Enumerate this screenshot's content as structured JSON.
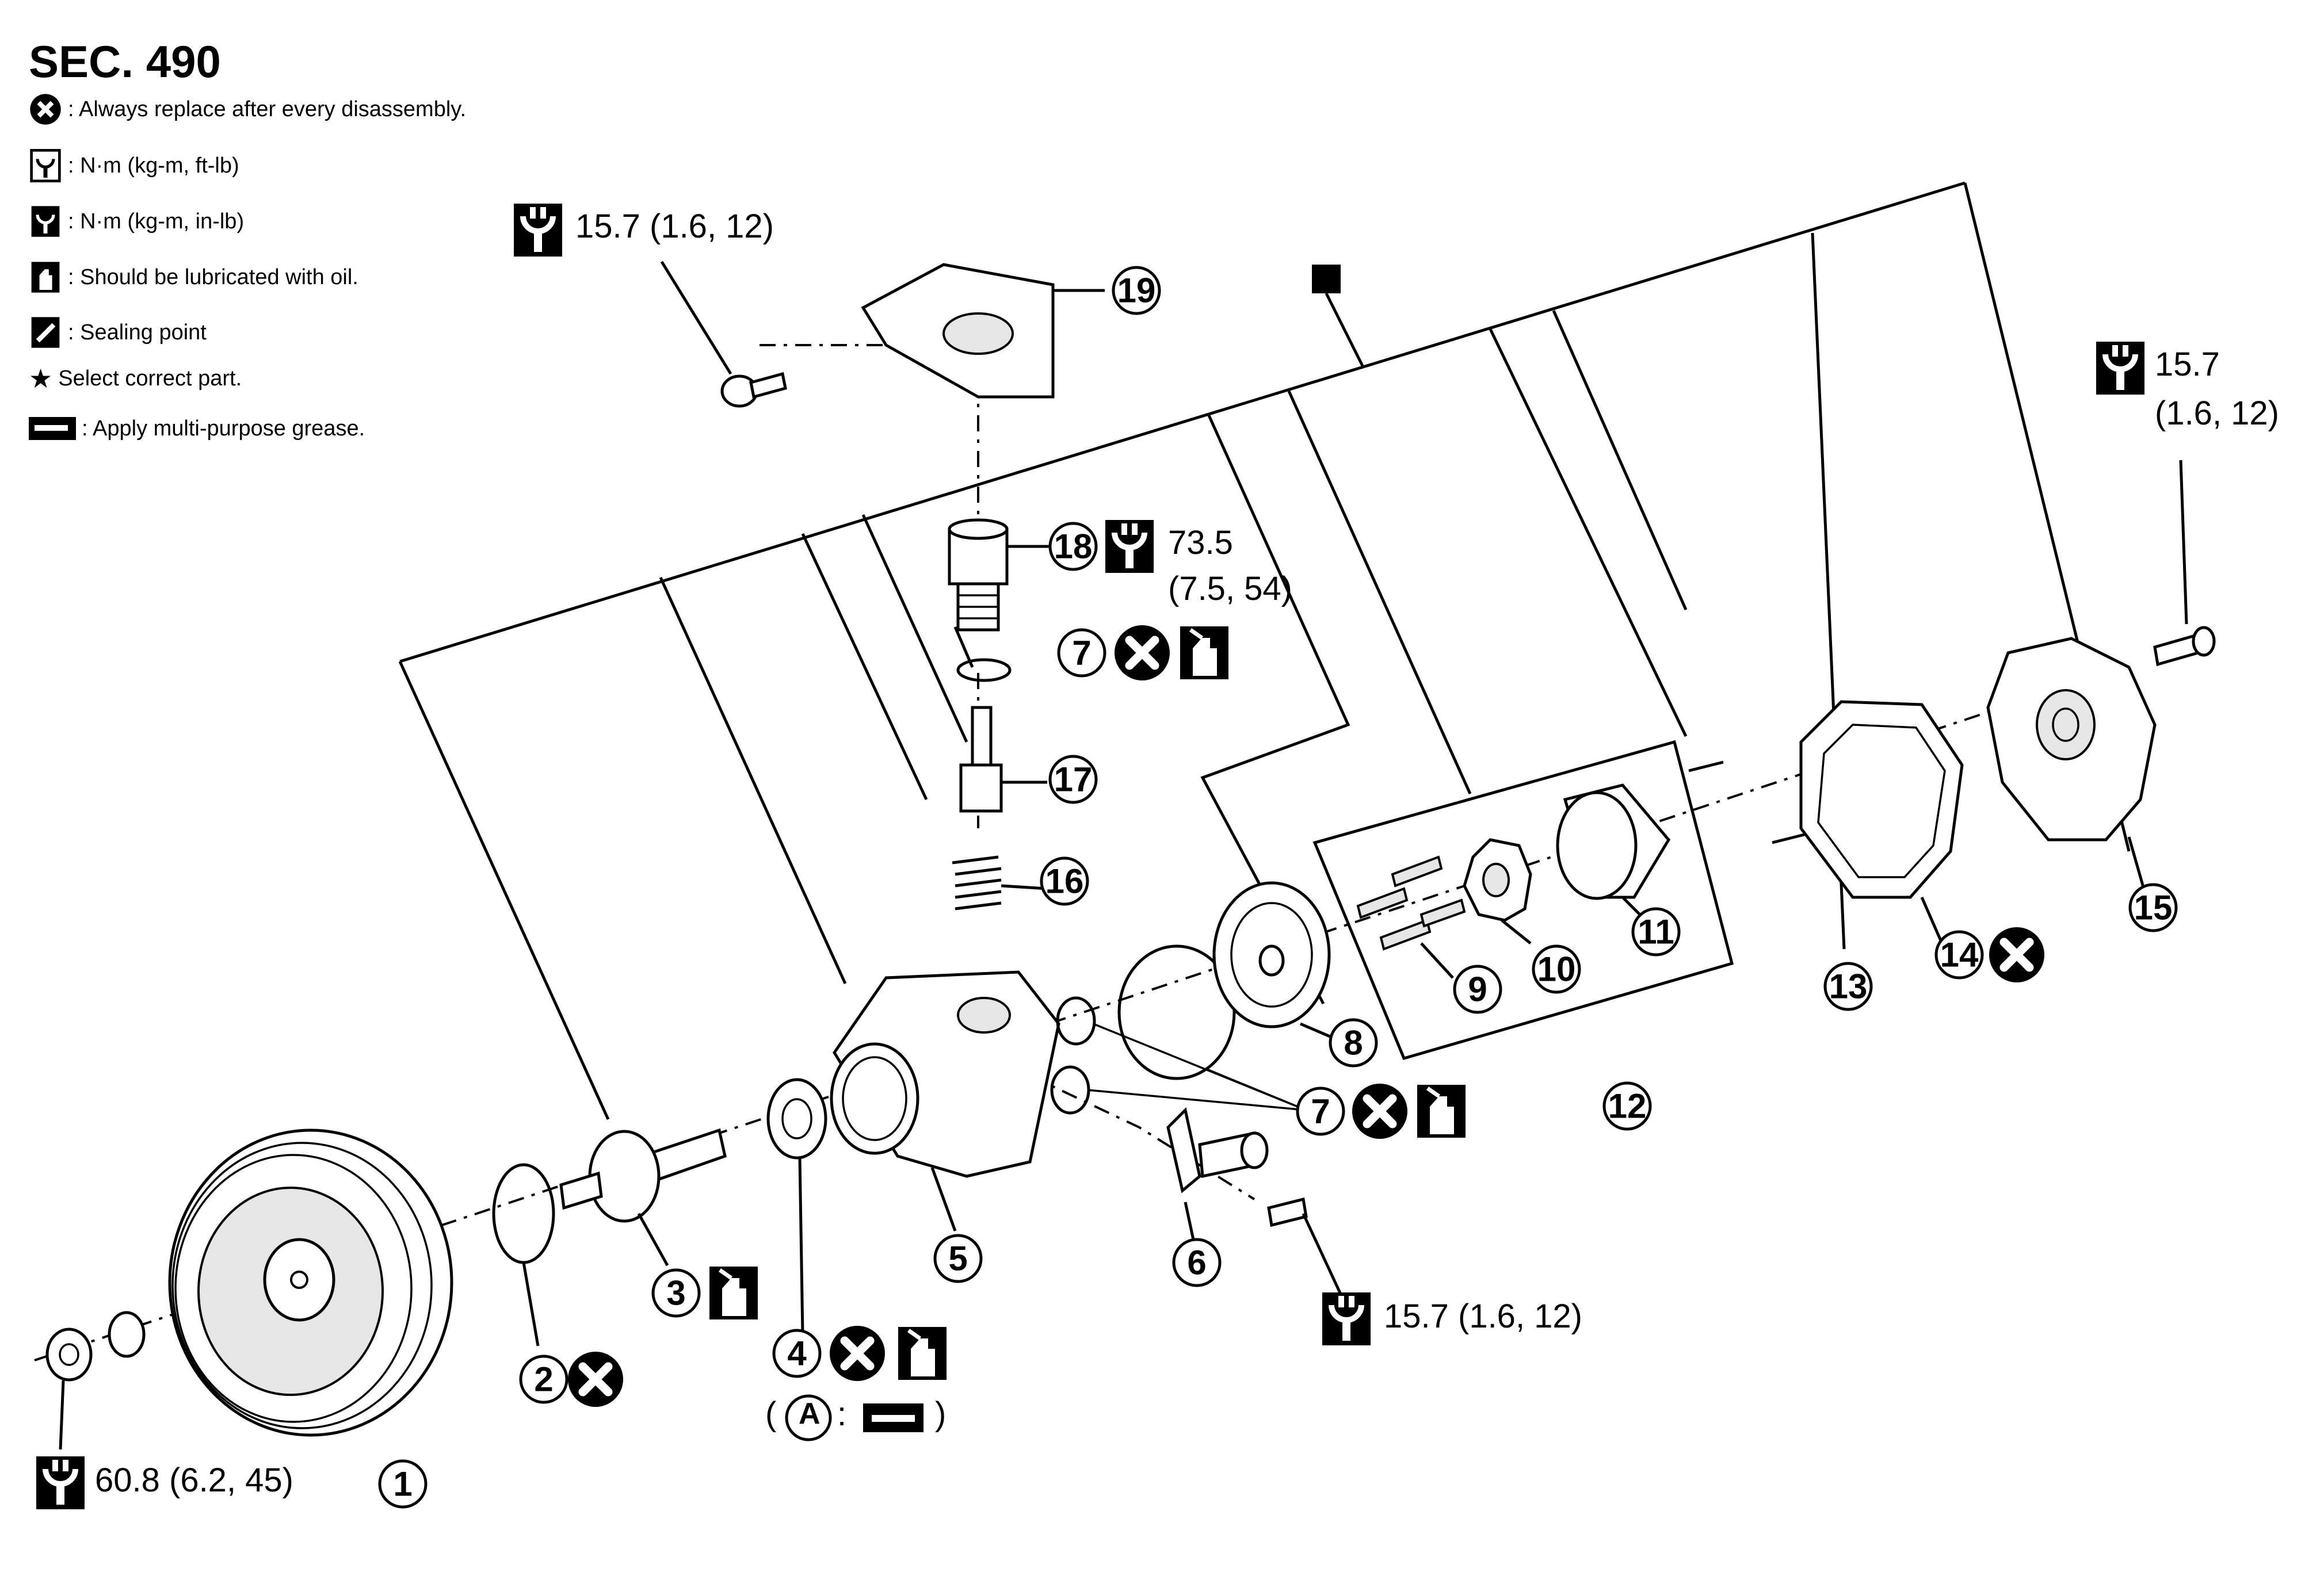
{
  "section_title": "SEC. 490",
  "legend": [
    {
      "icon": "replace-x-icon",
      "text": ": Always replace after every disassembly."
    },
    {
      "icon": "torque-ftlb-icon",
      "text": ": N·m (kg-m, ft-lb)"
    },
    {
      "icon": "torque-inlb-icon",
      "text": ": N·m (kg-m, in-lb)"
    },
    {
      "icon": "oil-can-icon",
      "text": ": Should be lubricated with oil."
    },
    {
      "icon": "sealing-icon",
      "text": ": Sealing point"
    },
    {
      "icon": "star-icon",
      "text": "Select correct part."
    },
    {
      "icon": "grease-icon",
      "text": ": Apply multi-purpose grease."
    }
  ],
  "parts": [
    "1",
    "2",
    "3",
    "4",
    "5",
    "6",
    "7",
    "8",
    "9",
    "10",
    "11",
    "12",
    "13",
    "14",
    "15",
    "16",
    "17",
    "18",
    "19"
  ],
  "torque_specs": {
    "bracket_bolt": "15.7 (1.6, 12)",
    "rear_cover_bolt_line1": "15.7",
    "rear_cover_bolt_line2": "(1.6, 12)",
    "connector_line1": "73.5",
    "connector_line2": "(7.5, 54)",
    "suction_bolt": "15.7 (1.6, 12)",
    "pulley_nut": "60.8 (6.2, 45)"
  },
  "note_a": {
    "open": "(",
    "letter": "A",
    "sep": ":",
    "close": ")"
  }
}
